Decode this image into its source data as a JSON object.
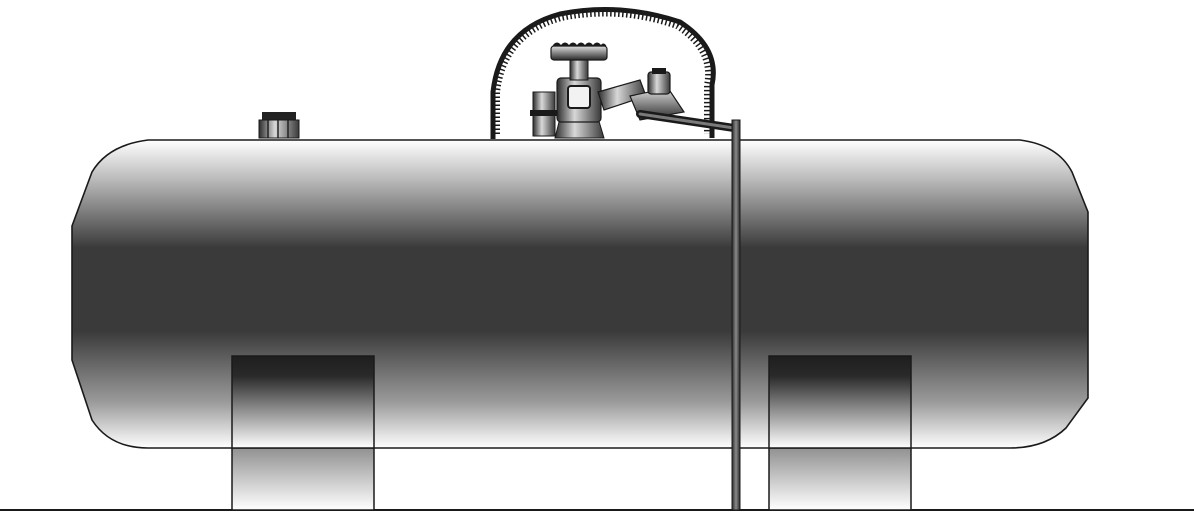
{
  "diagram": {
    "subject": "horizontal-propane-tank",
    "components": [
      "tank-body",
      "dome-cover",
      "service-valve",
      "regulator",
      "fill-plug",
      "supply-pipe",
      "left-support-leg",
      "right-support-leg",
      "ground-line"
    ],
    "colors": {
      "tank_dark": "#3a3a3a",
      "tank_light": "#ffffff",
      "leg_dark": "#1e1e1e",
      "outline": "#1a1a1a",
      "background": "#ffffff"
    }
  }
}
